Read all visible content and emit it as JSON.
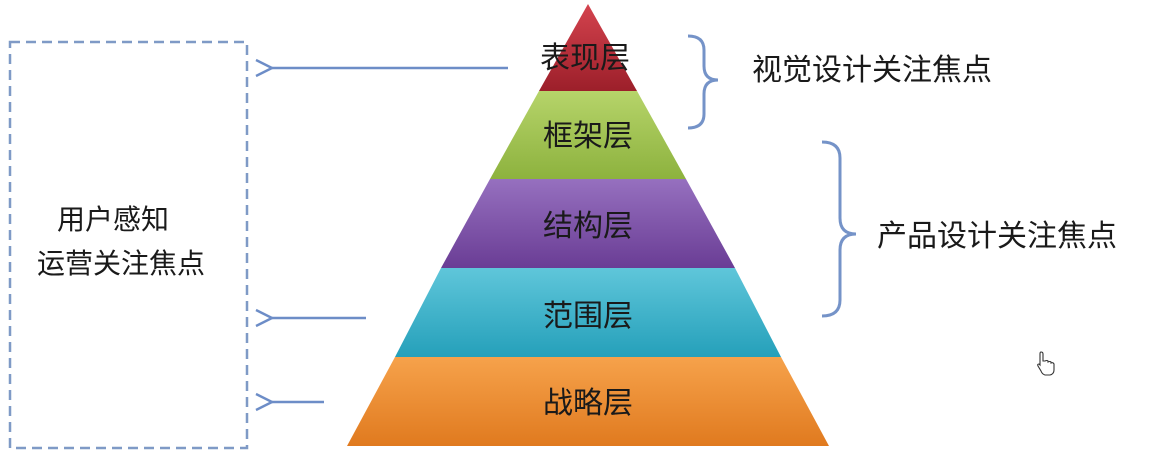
{
  "pyramid": {
    "layers": [
      {
        "label": "表现层",
        "color": "#b52b36"
      },
      {
        "label": "框架层",
        "color": "#9fc24f"
      },
      {
        "label": "结构层",
        "color": "#7c4fa6"
      },
      {
        "label": "范围层",
        "color": "#33b0c9"
      },
      {
        "label": "战略层",
        "color": "#ef8a2d"
      }
    ]
  },
  "brackets": {
    "visual": {
      "label": "视觉设计关注焦点"
    },
    "product": {
      "label": "产品设计关注焦点"
    }
  },
  "left_box": {
    "line1": "用户感知",
    "line2": "运营关注焦点",
    "border_color": "#7f9ac6"
  },
  "colors": {
    "bracket": "#7593c8",
    "arrow": "#6d8dc7"
  }
}
